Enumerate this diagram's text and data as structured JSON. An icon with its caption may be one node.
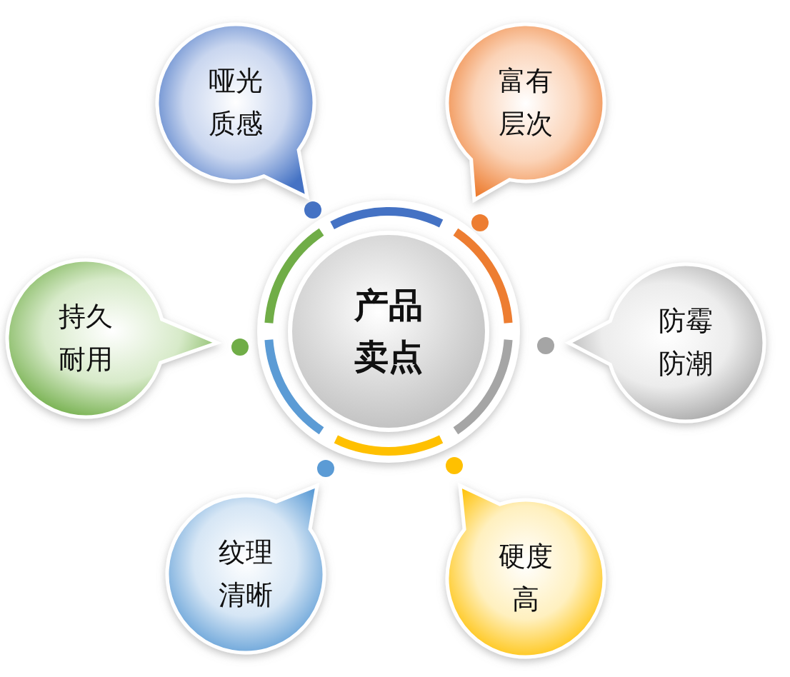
{
  "diagram": {
    "nodes": [
      {
        "text": [
          "产品卖点"
        ]
      },
      {
        "text": [
          "哑光质感"
        ]
      },
      {
        "text": [
          "富有层次"
        ]
      },
      {
        "text": [
          "防霉防潮"
        ]
      },
      {
        "text": [
          "硬度高"
        ]
      },
      {
        "text": [
          "纹理清晰"
        ]
      },
      {
        "text": [
          "持久耐用"
        ]
      }
    ]
  }
}
